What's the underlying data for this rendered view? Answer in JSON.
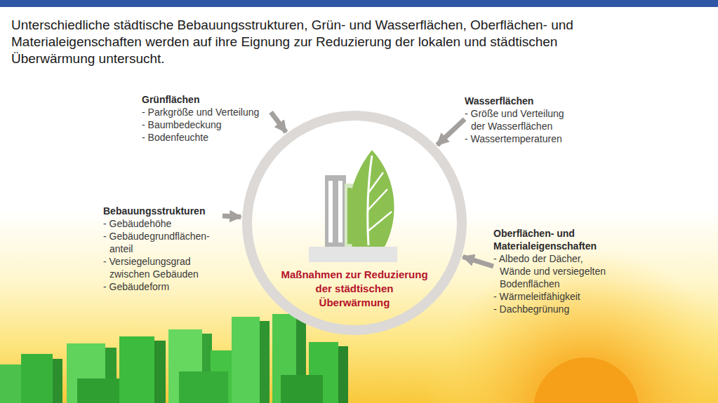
{
  "diagram": {
    "nodes": [
      {
        "text": [
          "Grünflächen",
          "- Parkgröße und Verteilung",
          "- Baumbedeckung",
          "- Bodenfeuchte"
        ]
      },
      {
        "text": [
          "Wasserflächen",
          "- Größe und Verteilung der Wasserflächen",
          "- Wassertemperaturen"
        ]
      },
      {
        "text": [
          "Bebauungsstrukturen",
          "- Gebäudehöhe",
          "- Gebäudegrundflächen- anteil",
          "- Versiegelungsgrad zwischen Gebäuden",
          "- Gebäudeform"
        ]
      },
      {
        "text": [
          "Maßnahmen zur Reduzierung der städtischen Überwärmung"
        ]
      },
      {
        "text": [
          "Oberflächen- und Materialeigenschaften",
          "- Albedo der Dächer, Wände und versiegelten Bodenflächen",
          "- Wärmeleitfähigkeit",
          "- Dachbegrünung"
        ]
      }
    ],
    "edges": [
      {
        "from": 0,
        "to": 3,
        "arrow": "to"
      },
      {
        "from": 1,
        "to": 3,
        "arrow": "to"
      },
      {
        "from": 2,
        "to": 3,
        "arrow": "to"
      },
      {
        "from": 4,
        "to": 3,
        "arrow": "to"
      }
    ],
    "labels": [
      "Unterschiedliche städtische Bebauungsstrukturen, Grün- und Wasserflächen, Oberflächen- und Materialeigenschaften werden auf ihre Eignung zur Reduzierung der lokalen und städtischen Überwärmung untersucht."
    ]
  }
}
